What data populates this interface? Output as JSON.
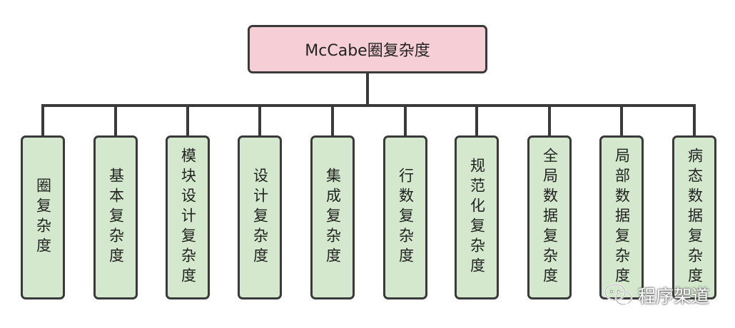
{
  "diagram": {
    "root": {
      "label": "McCabe圈复杂度"
    },
    "children": [
      {
        "label": "圈复杂度"
      },
      {
        "label": "基本复杂度"
      },
      {
        "label": "模块设计复杂度"
      },
      {
        "label": "设计复杂度"
      },
      {
        "label": "集成复杂度"
      },
      {
        "label": "行数复杂度"
      },
      {
        "label": "规范化复杂度"
      },
      {
        "label": "全局数据复杂度"
      },
      {
        "label": "局部数据复杂度"
      },
      {
        "label": "病态数据复杂度"
      }
    ],
    "colors": {
      "root_fill": "#f6cfd6",
      "child_fill": "#d3e8cc",
      "stroke": "#3a3a3a"
    }
  },
  "watermark": {
    "text": "程序架道",
    "icon": "wechat-icon"
  }
}
